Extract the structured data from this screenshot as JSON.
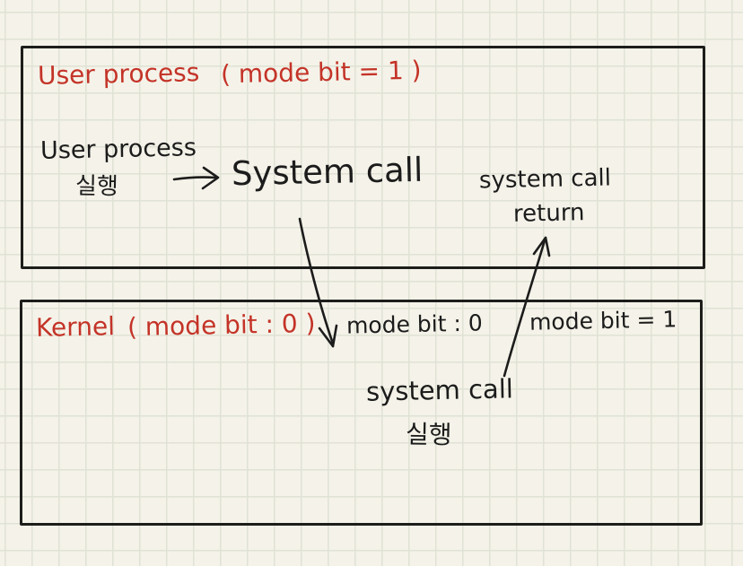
{
  "colors": {
    "ink": "#1c1c1c",
    "accent_red": "#c43328",
    "paper": "#f5f3e9",
    "grid_line": "#e0e2d5"
  },
  "user_box": {
    "heading": "User process",
    "heading_mode": "( mode bit = 1 )",
    "process_label": "User process",
    "process_label_korean": "실행",
    "system_call_label": "System call",
    "syscall_return_line1": "system call",
    "syscall_return_line2": "return"
  },
  "kernel_box": {
    "heading": "Kernel",
    "heading_mode": "( mode bit : 0 )",
    "mode_bit_on_entry": "mode bit : 0",
    "mode_bit_on_exit": "mode bit = 1",
    "system_call_label": "system call",
    "system_call_korean": "실행"
  },
  "icons": {
    "arrow_right": "flow from running user process to system call",
    "arrow_down": "trap from system call into kernel (mode bit set to 0)",
    "arrow_up": "return from kernel system call to user (mode bit set to 1)"
  }
}
